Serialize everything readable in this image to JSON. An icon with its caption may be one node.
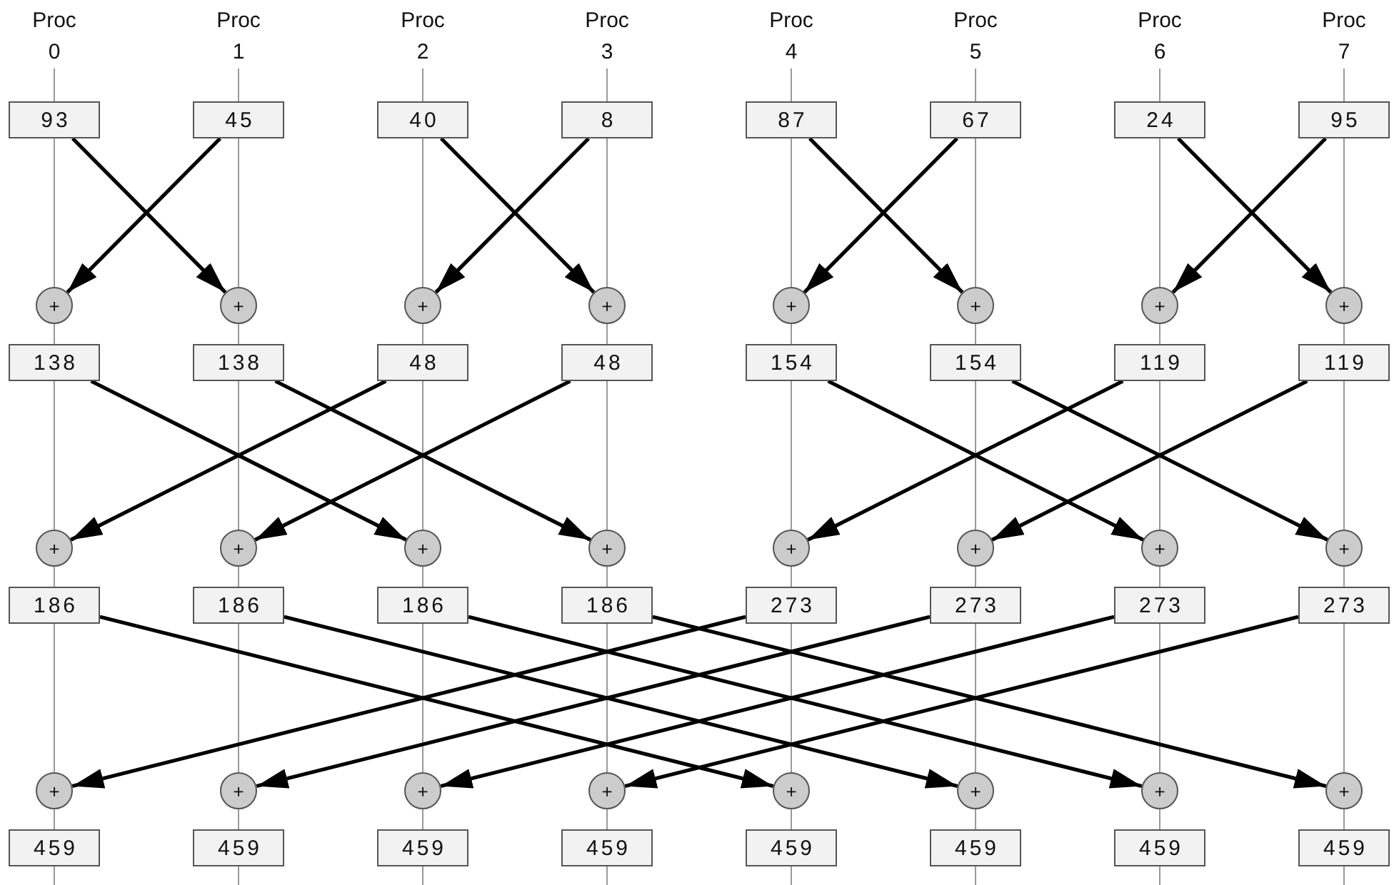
{
  "diagram": {
    "nodes": [
      {
        "text": [
          "Proc 0"
        ]
      },
      {
        "text": [
          "Proc 1"
        ]
      },
      {
        "text": [
          "Proc 2"
        ]
      },
      {
        "text": [
          "Proc 3"
        ]
      },
      {
        "text": [
          "Proc 4"
        ]
      },
      {
        "text": [
          "Proc 5"
        ]
      },
      {
        "text": [
          "Proc 6"
        ]
      },
      {
        "text": [
          "Proc 7"
        ]
      },
      {
        "text": [
          "93"
        ]
      },
      {
        "text": [
          "45"
        ]
      },
      {
        "text": [
          "40"
        ]
      },
      {
        "text": [
          "8"
        ]
      },
      {
        "text": [
          "87"
        ]
      },
      {
        "text": [
          "67"
        ]
      },
      {
        "text": [
          "24"
        ]
      },
      {
        "text": [
          "95"
        ]
      },
      {
        "text": [
          "+"
        ]
      },
      {
        "text": [
          "+"
        ]
      },
      {
        "text": [
          "+"
        ]
      },
      {
        "text": [
          "+"
        ]
      },
      {
        "text": [
          "+"
        ]
      },
      {
        "text": [
          "+"
        ]
      },
      {
        "text": [
          "+"
        ]
      },
      {
        "text": [
          "+"
        ]
      },
      {
        "text": [
          "138"
        ]
      },
      {
        "text": [
          "138"
        ]
      },
      {
        "text": [
          "48"
        ]
      },
      {
        "text": [
          "48"
        ]
      },
      {
        "text": [
          "154"
        ]
      },
      {
        "text": [
          "154"
        ]
      },
      {
        "text": [
          "119"
        ]
      },
      {
        "text": [
          "119"
        ]
      },
      {
        "text": [
          "+"
        ]
      },
      {
        "text": [
          "+"
        ]
      },
      {
        "text": [
          "+"
        ]
      },
      {
        "text": [
          "+"
        ]
      },
      {
        "text": [
          "+"
        ]
      },
      {
        "text": [
          "+"
        ]
      },
      {
        "text": [
          "+"
        ]
      },
      {
        "text": [
          "+"
        ]
      },
      {
        "text": [
          "186"
        ]
      },
      {
        "text": [
          "186"
        ]
      },
      {
        "text": [
          "186"
        ]
      },
      {
        "text": [
          "186"
        ]
      },
      {
        "text": [
          "273"
        ]
      },
      {
        "text": [
          "273"
        ]
      },
      {
        "text": [
          "273"
        ]
      },
      {
        "text": [
          "273"
        ]
      },
      {
        "text": [
          "+"
        ]
      },
      {
        "text": [
          "+"
        ]
      },
      {
        "text": [
          "+"
        ]
      },
      {
        "text": [
          "+"
        ]
      },
      {
        "text": [
          "+"
        ]
      },
      {
        "text": [
          "+"
        ]
      },
      {
        "text": [
          "+"
        ]
      },
      {
        "text": [
          "+"
        ]
      },
      {
        "text": [
          "459"
        ]
      },
      {
        "text": [
          "459"
        ]
      },
      {
        "text": [
          "459"
        ]
      },
      {
        "text": [
          "459"
        ]
      },
      {
        "text": [
          "459"
        ]
      },
      {
        "text": [
          "459"
        ]
      },
      {
        "text": [
          "459"
        ]
      },
      {
        "text": [
          "459"
        ]
      }
    ],
    "edges": [
      {
        "from": 0,
        "to": 8,
        "arrow": "none"
      },
      {
        "from": 1,
        "to": 9,
        "arrow": "none"
      },
      {
        "from": 2,
        "to": 10,
        "arrow": "none"
      },
      {
        "from": 3,
        "to": 11,
        "arrow": "none"
      },
      {
        "from": 4,
        "to": 12,
        "arrow": "none"
      },
      {
        "from": 5,
        "to": 13,
        "arrow": "none"
      },
      {
        "from": 6,
        "to": 14,
        "arrow": "none"
      },
      {
        "from": 7,
        "to": 15,
        "arrow": "none"
      },
      {
        "from": 8,
        "to": 16,
        "arrow": "none"
      },
      {
        "from": 9,
        "to": 17,
        "arrow": "none"
      },
      {
        "from": 10,
        "to": 18,
        "arrow": "none"
      },
      {
        "from": 11,
        "to": 19,
        "arrow": "none"
      },
      {
        "from": 12,
        "to": 20,
        "arrow": "none"
      },
      {
        "from": 13,
        "to": 21,
        "arrow": "none"
      },
      {
        "from": 14,
        "to": 22,
        "arrow": "none"
      },
      {
        "from": 15,
        "to": 23,
        "arrow": "none"
      },
      {
        "from": 8,
        "to": 17,
        "arrow": "to",
        "style": "thick",
        "color": "#000000"
      },
      {
        "from": 9,
        "to": 16,
        "arrow": "to",
        "style": "thick",
        "color": "#000000"
      },
      {
        "from": 10,
        "to": 19,
        "arrow": "to",
        "style": "thick",
        "color": "#000000"
      },
      {
        "from": 11,
        "to": 18,
        "arrow": "to",
        "style": "thick",
        "color": "#000000"
      },
      {
        "from": 12,
        "to": 21,
        "arrow": "to",
        "style": "thick",
        "color": "#000000"
      },
      {
        "from": 13,
        "to": 20,
        "arrow": "to",
        "style": "thick",
        "color": "#000000"
      },
      {
        "from": 14,
        "to": 23,
        "arrow": "to",
        "style": "thick",
        "color": "#000000"
      },
      {
        "from": 15,
        "to": 22,
        "arrow": "to",
        "style": "thick",
        "color": "#000000"
      },
      {
        "from": 16,
        "to": 24,
        "arrow": "none"
      },
      {
        "from": 17,
        "to": 25,
        "arrow": "none"
      },
      {
        "from": 18,
        "to": 26,
        "arrow": "none"
      },
      {
        "from": 19,
        "to": 27,
        "arrow": "none"
      },
      {
        "from": 20,
        "to": 28,
        "arrow": "none"
      },
      {
        "from": 21,
        "to": 29,
        "arrow": "none"
      },
      {
        "from": 22,
        "to": 30,
        "arrow": "none"
      },
      {
        "from": 23,
        "to": 31,
        "arrow": "none"
      },
      {
        "from": 24,
        "to": 32,
        "arrow": "none"
      },
      {
        "from": 25,
        "to": 33,
        "arrow": "none"
      },
      {
        "from": 26,
        "to": 34,
        "arrow": "none"
      },
      {
        "from": 27,
        "to": 35,
        "arrow": "none"
      },
      {
        "from": 28,
        "to": 36,
        "arrow": "none"
      },
      {
        "from": 29,
        "to": 37,
        "arrow": "none"
      },
      {
        "from": 30,
        "to": 38,
        "arrow": "none"
      },
      {
        "from": 31,
        "to": 39,
        "arrow": "none"
      },
      {
        "from": 24,
        "to": 34,
        "arrow": "to",
        "style": "thick",
        "color": "#000000"
      },
      {
        "from": 25,
        "to": 35,
        "arrow": "to",
        "style": "thick",
        "color": "#000000"
      },
      {
        "from": 26,
        "to": 32,
        "arrow": "to",
        "style": "thick",
        "color": "#000000"
      },
      {
        "from": 27,
        "to": 33,
        "arrow": "to",
        "style": "thick",
        "color": "#000000"
      },
      {
        "from": 28,
        "to": 38,
        "arrow": "to",
        "style": "thick",
        "color": "#000000"
      },
      {
        "from": 29,
        "to": 39,
        "arrow": "to",
        "style": "thick",
        "color": "#000000"
      },
      {
        "from": 30,
        "to": 36,
        "arrow": "to",
        "style": "thick",
        "color": "#000000"
      },
      {
        "from": 31,
        "to": 37,
        "arrow": "to",
        "style": "thick",
        "color": "#000000"
      },
      {
        "from": 32,
        "to": 40,
        "arrow": "none"
      },
      {
        "from": 33,
        "to": 41,
        "arrow": "none"
      },
      {
        "from": 34,
        "to": 42,
        "arrow": "none"
      },
      {
        "from": 35,
        "to": 43,
        "arrow": "none"
      },
      {
        "from": 36,
        "to": 44,
        "arrow": "none"
      },
      {
        "from": 37,
        "to": 45,
        "arrow": "none"
      },
      {
        "from": 38,
        "to": 46,
        "arrow": "none"
      },
      {
        "from": 39,
        "to": 47,
        "arrow": "none"
      },
      {
        "from": 40,
        "to": 48,
        "arrow": "none"
      },
      {
        "from": 41,
        "to": 49,
        "arrow": "none"
      },
      {
        "from": 42,
        "to": 50,
        "arrow": "none"
      },
      {
        "from": 43,
        "to": 51,
        "arrow": "none"
      },
      {
        "from": 44,
        "to": 52,
        "arrow": "none"
      },
      {
        "from": 45,
        "to": 53,
        "arrow": "none"
      },
      {
        "from": 46,
        "to": 54,
        "arrow": "none"
      },
      {
        "from": 47,
        "to": 55,
        "arrow": "none"
      },
      {
        "from": 40,
        "to": 52,
        "arrow": "to",
        "style": "thick",
        "color": "#000000"
      },
      {
        "from": 41,
        "to": 53,
        "arrow": "to",
        "style": "thick",
        "color": "#000000"
      },
      {
        "from": 42,
        "to": 54,
        "arrow": "to",
        "style": "thick",
        "color": "#000000"
      },
      {
        "from": 43,
        "to": 55,
        "arrow": "to",
        "style": "thick",
        "color": "#000000"
      },
      {
        "from": 44,
        "to": 48,
        "arrow": "to",
        "style": "thick",
        "color": "#000000"
      },
      {
        "from": 45,
        "to": 49,
        "arrow": "to",
        "style": "thick",
        "color": "#000000"
      },
      {
        "from": 46,
        "to": 50,
        "arrow": "to",
        "style": "thick",
        "color": "#000000"
      },
      {
        "from": 47,
        "to": 51,
        "arrow": "to",
        "style": "thick",
        "color": "#000000"
      },
      {
        "from": 48,
        "to": 56,
        "arrow": "none"
      },
      {
        "from": 49,
        "to": 57,
        "arrow": "none"
      },
      {
        "from": 50,
        "to": 58,
        "arrow": "none"
      },
      {
        "from": 51,
        "to": 59,
        "arrow": "none"
      },
      {
        "from": 52,
        "to": 60,
        "arrow": "none"
      },
      {
        "from": 53,
        "to": 61,
        "arrow": "none"
      },
      {
        "from": 54,
        "to": 62,
        "arrow": "none"
      },
      {
        "from": 55,
        "to": 63,
        "arrow": "none"
      },
      {
        "from": 56,
        "to": null,
        "arrow": "none"
      },
      {
        "from": 57,
        "to": null,
        "arrow": "none"
      },
      {
        "from": 58,
        "to": null,
        "arrow": "none"
      },
      {
        "from": 59,
        "to": null,
        "arrow": "none"
      },
      {
        "from": 60,
        "to": null,
        "arrow": "none"
      },
      {
        "from": 61,
        "to": null,
        "arrow": "none"
      },
      {
        "from": 62,
        "to": null,
        "arrow": "none"
      },
      {
        "from": 63,
        "to": null,
        "arrow": "none"
      }
    ]
  }
}
